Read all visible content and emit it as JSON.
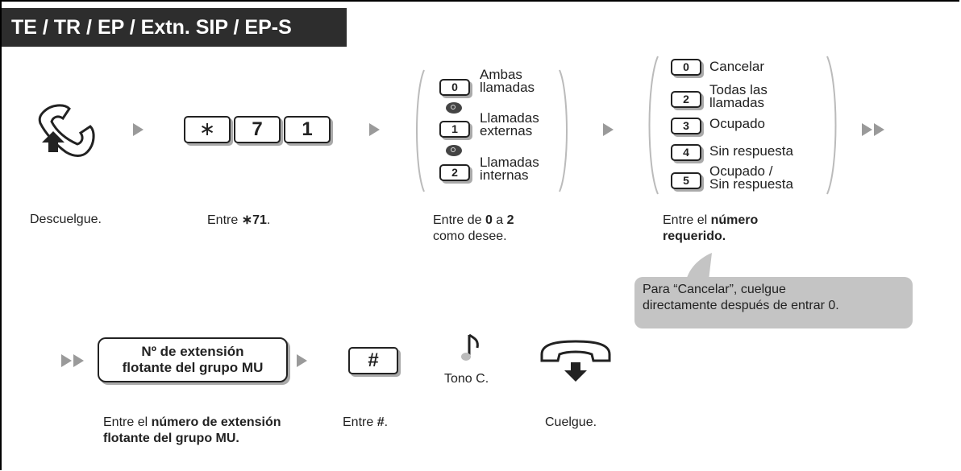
{
  "header": {
    "title": "TE / TR / EP / Extn. SIP / EP-S"
  },
  "steps": {
    "offhook": {
      "caption": "Descuelgue."
    },
    "feature_code": {
      "keys": [
        "∗",
        "7",
        "1"
      ],
      "caption_pre": "Entre ",
      "caption_bold": "∗71",
      "caption_post": "."
    },
    "call_type": {
      "options": [
        {
          "key": "0",
          "label_line1": "Ambas",
          "label_line2": "llamadas"
        },
        {
          "key": "1",
          "label_line1": "Llamadas",
          "label_line2": "externas"
        },
        {
          "key": "2",
          "label_line1": "Llamadas",
          "label_line2": "internas"
        }
      ],
      "caption_pre": "Entre de ",
      "caption_b1": "0",
      "caption_mid": " a ",
      "caption_b2": "2",
      "caption_line2": "como desee."
    },
    "condition": {
      "options": [
        {
          "key": "0",
          "label_line1": "Cancelar",
          "label_line2": ""
        },
        {
          "key": "2",
          "label_line1": "Todas las",
          "label_line2": "llamadas"
        },
        {
          "key": "3",
          "label_line1": "Ocupado",
          "label_line2": ""
        },
        {
          "key": "4",
          "label_line1": "Sin respuesta",
          "label_line2": ""
        },
        {
          "key": "5",
          "label_line1": "Ocupado /",
          "label_line2": "Sin respuesta"
        }
      ],
      "caption_pre": "Entre el ",
      "caption_bold1": "número",
      "caption_bold2": "requerido."
    },
    "tooltip": {
      "line1": "Para “Cancelar”, cuelgue",
      "line2": "directamente después de entrar 0."
    },
    "mu_number": {
      "box_line1": "Nº de extensión",
      "box_line2": "flotante del grupo MU",
      "caption_pre": "Entre el ",
      "caption_bold1": "número de extensión",
      "caption_bold2": "flotante del grupo MU."
    },
    "hash": {
      "key": "#",
      "caption_pre": "Entre ",
      "caption_bold": "#",
      "caption_post": "."
    },
    "tone": {
      "caption": "Tono C."
    },
    "onhook": {
      "caption": "Cuelgue."
    }
  },
  "colors": {
    "title_bg": "#2d2d2d",
    "arrow": "#9a9a9a",
    "tooltip_bg": "#c4c4c4"
  }
}
